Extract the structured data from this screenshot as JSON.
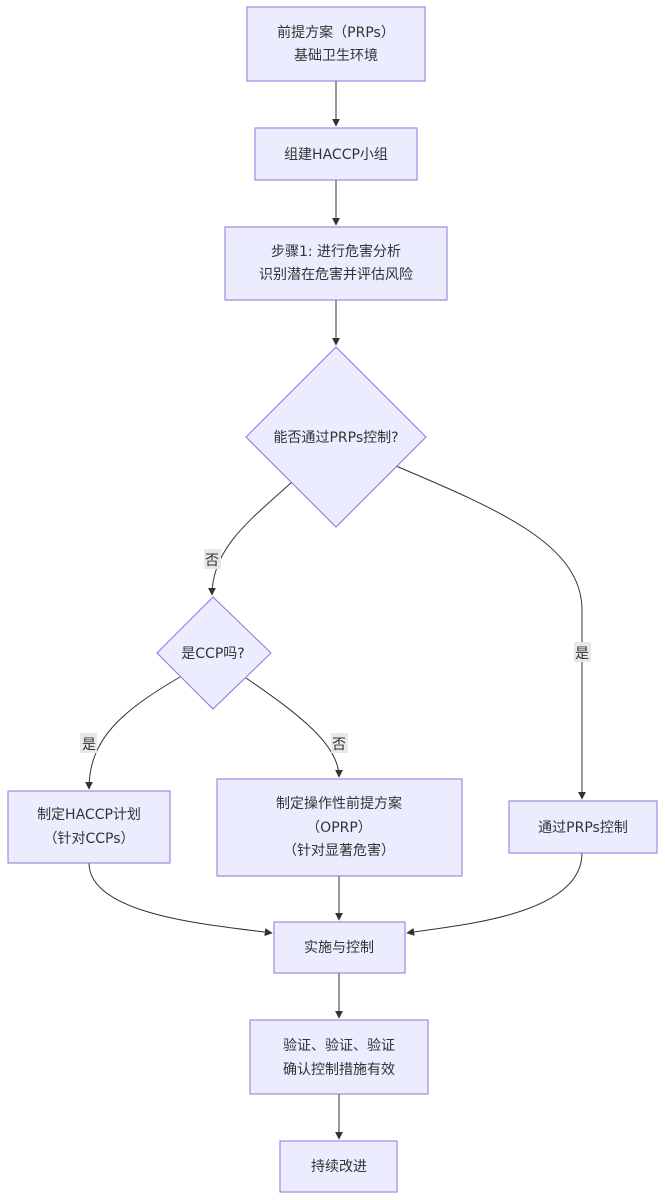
{
  "nodes": {
    "prp": {
      "lines": [
        "前提方案（PRPs）",
        "基础卫生环境"
      ]
    },
    "team": {
      "lines": [
        "组建HACCP小组"
      ]
    },
    "step1": {
      "lines": [
        "步骤1: 进行危害分析",
        "识别潜在危害并评估风险"
      ]
    },
    "q_prp": {
      "lines": [
        "能否通过PRPs控制?"
      ]
    },
    "q_ccp": {
      "lines": [
        "是CCP吗?"
      ]
    },
    "haccp": {
      "lines": [
        "制定HACCP计划",
        "（针对CCPs）"
      ]
    },
    "oprp": {
      "lines": [
        "制定操作性前提方案",
        "（OPRP）",
        "（针对显著危害）"
      ]
    },
    "via_prp": {
      "lines": [
        "通过PRPs控制"
      ]
    },
    "implement": {
      "lines": [
        "实施与控制"
      ]
    },
    "verify": {
      "lines": [
        "验证、验证、验证",
        "确认控制措施有效"
      ]
    },
    "improve": {
      "lines": [
        "持续改进"
      ]
    }
  },
  "edge_labels": {
    "no1": "否",
    "yes1": "是",
    "yes2": "是",
    "no2": "否"
  },
  "colors": {
    "node_fill": "#ECECFF",
    "node_stroke": "#9370DB",
    "edge": "#333333",
    "label_bg": "#E8E8E8"
  }
}
